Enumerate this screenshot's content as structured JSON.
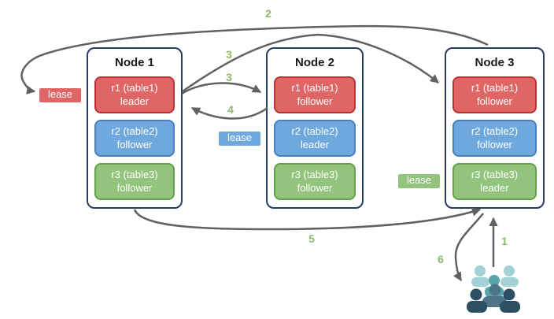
{
  "nodes": [
    {
      "title": "Node 1",
      "replicas": [
        {
          "name": "r1 (table1)",
          "role": "leader"
        },
        {
          "name": "r2 (table2)",
          "role": "follower"
        },
        {
          "name": "r3 (table3)",
          "role": "follower"
        }
      ]
    },
    {
      "title": "Node 2",
      "replicas": [
        {
          "name": "r1 (table1)",
          "role": "follower"
        },
        {
          "name": "r2 (table2)",
          "role": "leader"
        },
        {
          "name": "r3 (table3)",
          "role": "follower"
        }
      ]
    },
    {
      "title": "Node 3",
      "replicas": [
        {
          "name": "r1 (table1)",
          "role": "follower"
        },
        {
          "name": "r2 (table2)",
          "role": "follower"
        },
        {
          "name": "r3 (table3)",
          "role": "leader"
        }
      ]
    }
  ],
  "leases": [
    {
      "label": "lease",
      "color": "red"
    },
    {
      "label": "lease",
      "color": "blue"
    },
    {
      "label": "lease",
      "color": "green"
    }
  ],
  "steps": {
    "s1": {
      "label": "1"
    },
    "s2": {
      "label": "2"
    },
    "s3a": {
      "label": "3"
    },
    "s3b": {
      "label": "3"
    },
    "s4": {
      "label": "4"
    },
    "s5": {
      "label": "5"
    },
    "s6": {
      "label": "6"
    }
  },
  "icons": {
    "users_group": "users-group-icon"
  },
  "colors": {
    "replica_red": "#e06666",
    "replica_red_border": "#bb3434",
    "replica_blue": "#6fa8dc",
    "replica_blue_border": "#4a7fbe",
    "replica_green": "#93c47d",
    "replica_green_border": "#63a24b",
    "node_border": "#263c63",
    "arrow": "#616161",
    "step_label": "#8cba6c",
    "users_light": "#a3d2d6",
    "users_mid": "#57a5a9",
    "users_slate": "#4e7587",
    "users_dark": "#2d4f63"
  }
}
